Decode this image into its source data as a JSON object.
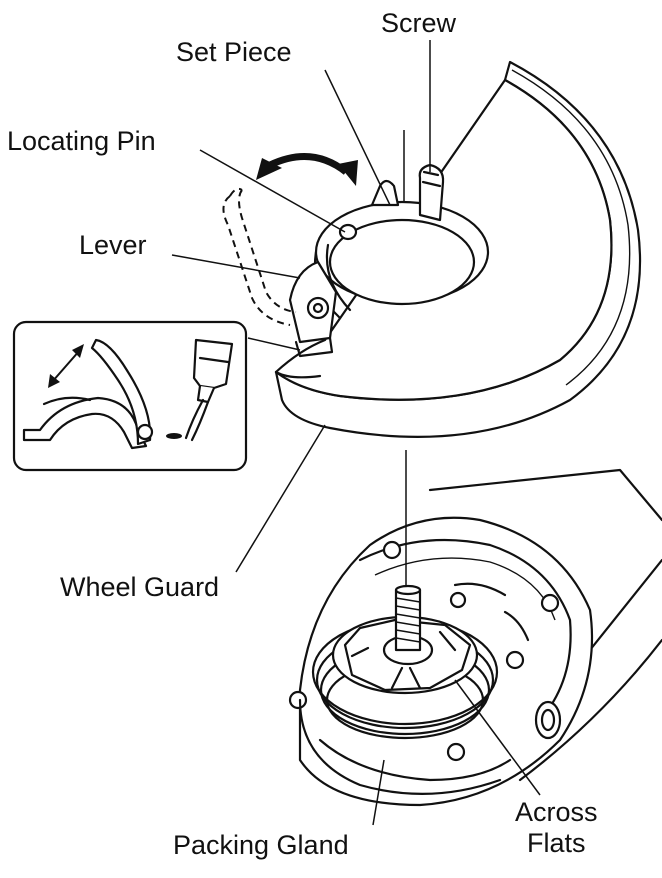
{
  "labels": {
    "screw": "Screw",
    "set_piece": "Set Piece",
    "locating_pin": "Locating Pin",
    "lever": "Lever",
    "wheel_guard": "Wheel Guard",
    "packing_gland": "Packing Gland",
    "across_flats_line1": "Across",
    "across_flats_line2": "Flats"
  },
  "icons": {
    "rotation_arrow": "double-headed-curved-arrow-icon",
    "lubricant_tube": "grease-tube-icon"
  },
  "colors": {
    "ink": "#111111",
    "background": "#ffffff"
  }
}
